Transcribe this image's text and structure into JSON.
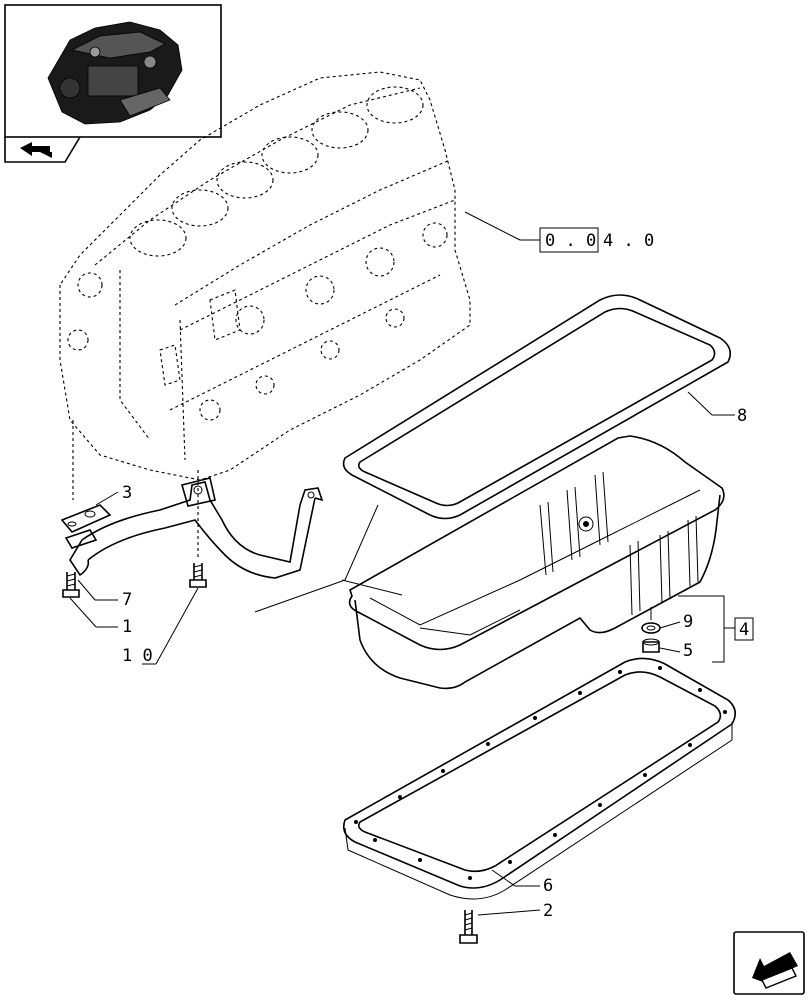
{
  "reference": {
    "boxed_part": "0 . 0",
    "suffix": "4 . 0"
  },
  "callouts": [
    {
      "id": "8",
      "text": "8"
    },
    {
      "id": "3",
      "text": "3"
    },
    {
      "id": "7",
      "text": "7"
    },
    {
      "id": "1",
      "text": "1"
    },
    {
      "id": "10",
      "text": "1 0"
    },
    {
      "id": "9",
      "text": "9"
    },
    {
      "id": "5",
      "text": "5"
    },
    {
      "id": "4",
      "text": "4"
    },
    {
      "id": "6",
      "text": "6"
    },
    {
      "id": "2",
      "text": "2"
    }
  ],
  "icons": {
    "thumbnail": "engine-thumbnail-icon",
    "nav_prev": "previous-page-arrow-icon",
    "nav_next": "next-page-arrow-icon"
  }
}
